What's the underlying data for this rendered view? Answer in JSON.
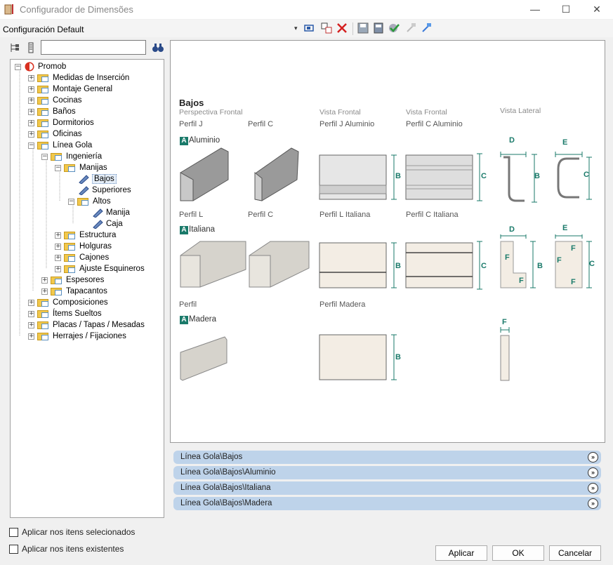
{
  "window": {
    "title": "Configurador de Dimensões",
    "minimize": "—",
    "maximize": "☐",
    "close": "✕"
  },
  "toolbar": {
    "config_value": "Configuración Default",
    "dropdown_arrow": "▾"
  },
  "tree": {
    "items": [
      {
        "label": "Promob"
      },
      {
        "label": "Medidas de Inserción"
      },
      {
        "label": "Montaje General"
      },
      {
        "label": "Cocinas"
      },
      {
        "label": "Baños"
      },
      {
        "label": "Dormitorios"
      },
      {
        "label": "Oficinas"
      },
      {
        "label": "Línea Gola"
      },
      {
        "label": "Ingeniería"
      },
      {
        "label": "Manijas"
      },
      {
        "label": "Bajos"
      },
      {
        "label": "Superiores"
      },
      {
        "label": "Altos"
      },
      {
        "label": "Manija"
      },
      {
        "label": "Caja"
      },
      {
        "label": "Estructura"
      },
      {
        "label": "Holguras"
      },
      {
        "label": "Cajones"
      },
      {
        "label": "Ajuste Esquineros"
      },
      {
        "label": "Espesores"
      },
      {
        "label": "Tapacantos"
      },
      {
        "label": "Composiciones"
      },
      {
        "label": "Ítems Sueltos"
      },
      {
        "label": "Placas / Tapas / Mesadas"
      },
      {
        "label": "Herrajes / Fijaciones"
      }
    ]
  },
  "preview": {
    "heading": "Bajos",
    "col_perspectiva": "Perspectiva Frontal",
    "col_frontal1": "Vista Frontal",
    "col_frontal2": "Vista Frontal",
    "col_lateral": "Vista Lateral",
    "rows": [
      {
        "badge": "A",
        "name": "Aluminio",
        "p1": "Perfil J",
        "p2": "Perfil C",
        "f1": "Perfil J Aluminio",
        "f2": "Perfil C Aluminio"
      },
      {
        "badge": "A",
        "name": "Italiana",
        "p1": "Perfil L",
        "p2": "Perfil C",
        "f1": "Perfil L Italiana",
        "f2": "Perfil C Italiana"
      },
      {
        "badge": "A",
        "name": "Madera",
        "p1": "Perfil",
        "p2": "",
        "f1": "Perfil Madera",
        "f2": ""
      }
    ],
    "dims": {
      "b": "B",
      "c": "C",
      "d": "D",
      "e": "E",
      "f": "F"
    }
  },
  "accordions": [
    {
      "label": "Línea Gola\\Bajos"
    },
    {
      "label": "Línea Gola\\Bajos\\Aluminio"
    },
    {
      "label": "Línea Gola\\Bajos\\Italiana"
    },
    {
      "label": "Línea Gola\\Bajos\\Madera"
    }
  ],
  "options": {
    "apply_selected": "Aplicar nos itens selecionados",
    "apply_existing": "Aplicar nos itens existentes"
  },
  "buttons": {
    "apply": "Aplicar",
    "ok": "OK",
    "cancel": "Cancelar"
  },
  "colors": {
    "accent": "#1a7a6a",
    "accordion": "#bed3ea",
    "folder": "#f2c84b"
  }
}
